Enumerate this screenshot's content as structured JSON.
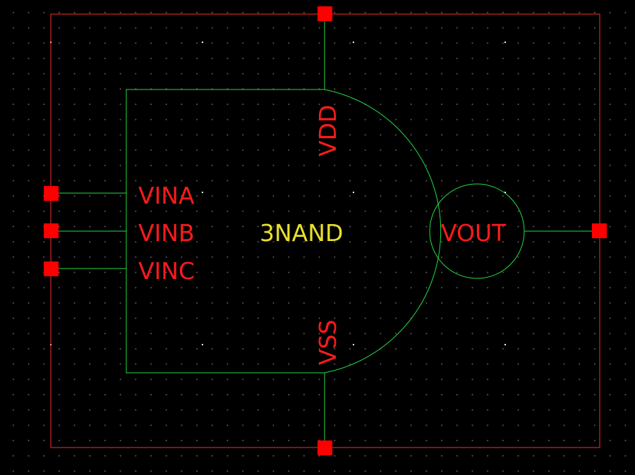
{
  "symbol": {
    "name": "3NAND",
    "pins": {
      "input_a": "VINA",
      "input_b": "VINB",
      "input_c": "VINC",
      "supply": "VDD",
      "ground": "VSS",
      "output": "VOUT"
    }
  },
  "colors": {
    "background": "#000000",
    "grid_major": "#ffffff",
    "boundary": "#ff2a2a",
    "pin_square": "#ff0000",
    "wire": "#22dd44",
    "pin_label": "#ff1a1a",
    "instance_label": "#e8e02a"
  }
}
